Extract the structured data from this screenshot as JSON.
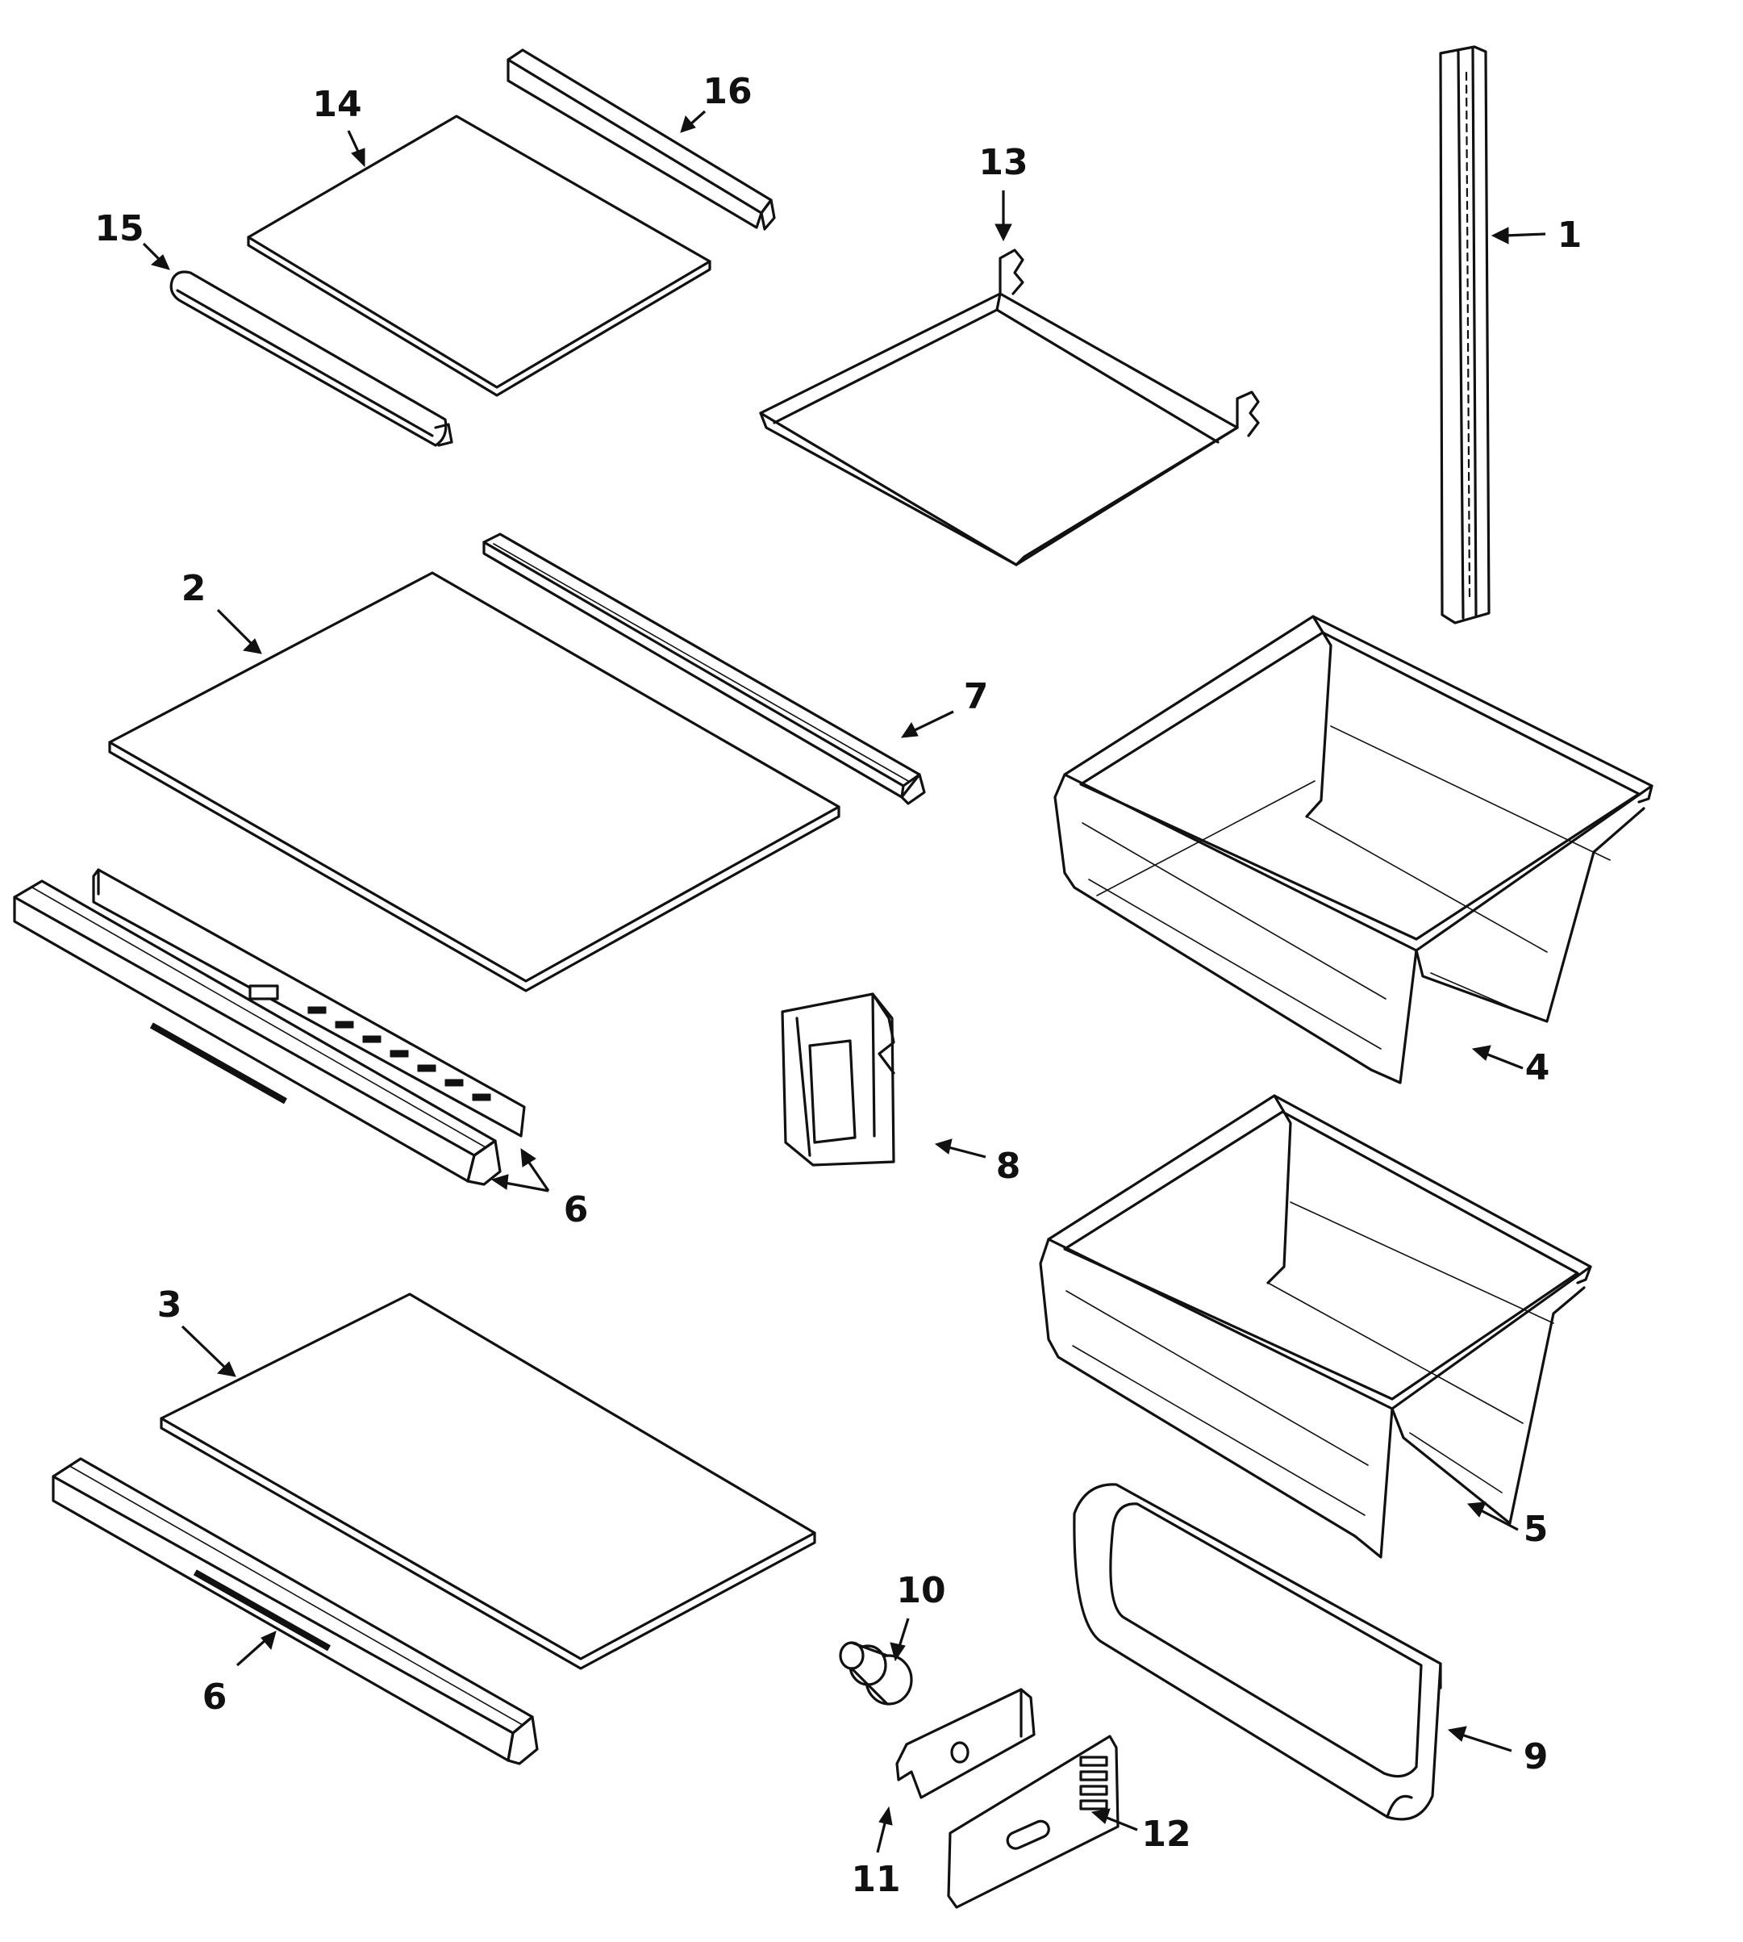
{
  "callout_labels": {
    "p1": "1",
    "p2": "2",
    "p3": "3",
    "p4": "4",
    "p5": "5",
    "p6a": "6",
    "p6b": "6",
    "p7": "7",
    "p8": "8",
    "p9": "9",
    "p10": "10",
    "p11": "11",
    "p12": "12",
    "p13": "13",
    "p14": "14",
    "p15": "15",
    "p16": "16"
  }
}
